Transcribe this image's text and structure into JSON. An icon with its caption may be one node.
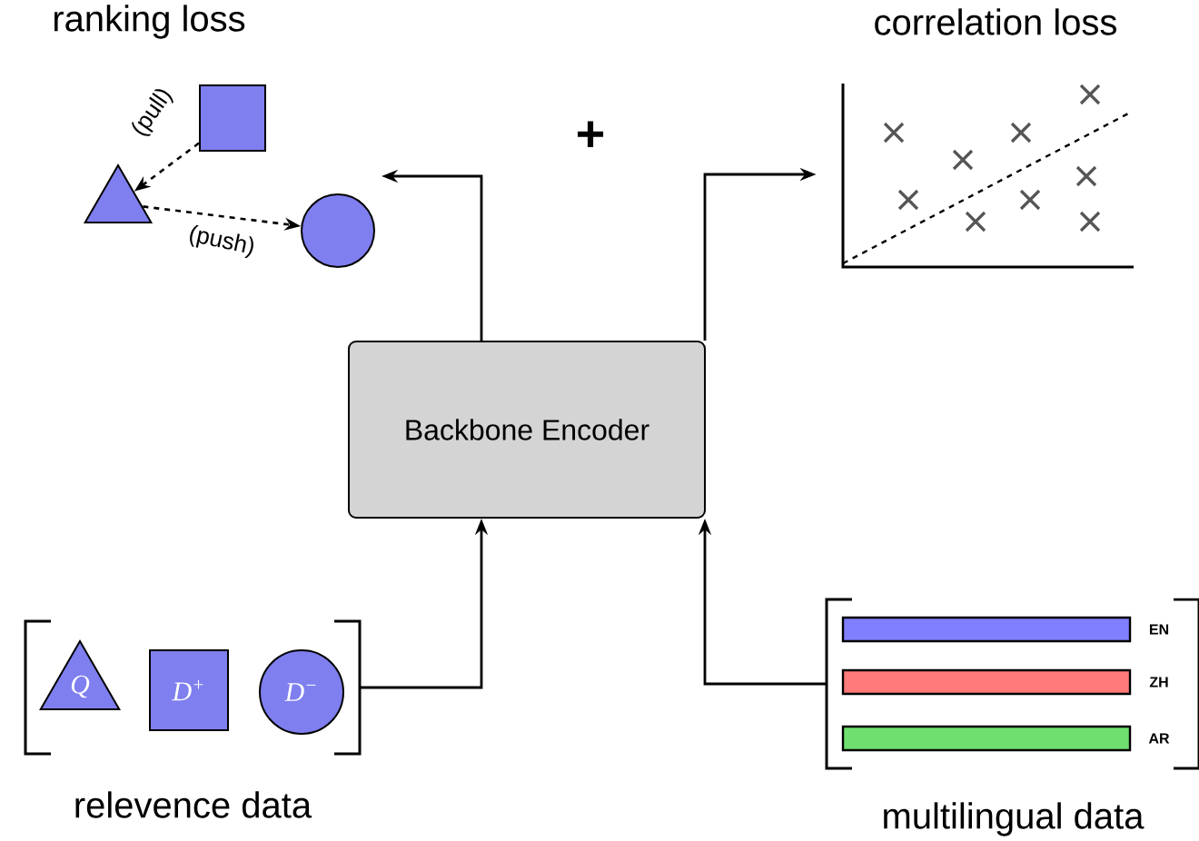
{
  "diagram": {
    "nodes": [
      {
        "text": [
          "Backbone Encoder"
        ]
      },
      {
        "text": [
          "relevence data"
        ]
      },
      {
        "text": [
          "Q"
        ],
        "in": 1
      },
      {
        "text": [
          "D$^{+}$"
        ],
        "in": 1
      },
      {
        "text": [
          "D$^{−}$"
        ],
        "in": 1
      },
      {
        "text": [
          "multilingual data"
        ]
      },
      {
        "text": [],
        "shape": "bar",
        "in": 5,
        "beside": [
          "EN"
        ]
      },
      {
        "text": [],
        "shape": "bar",
        "in": 5,
        "beside": [
          "ZH"
        ]
      },
      {
        "text": [],
        "shape": "bar",
        "in": 5,
        "beside": [
          "AR"
        ]
      },
      {
        "text": [
          "ranking loss"
        ]
      },
      {
        "text": [],
        "shape": "triangle"
      },
      {
        "text": [],
        "shape": "box"
      },
      {
        "text": [],
        "shape": "circle"
      },
      {
        "text": [
          "correlation loss"
        ]
      },
      {
        "text": [],
        "shape": "picture"
      }
    ],
    "edges": [
      {
        "from": 1,
        "to": 0,
        "arrow": "to"
      },
      {
        "from": 5,
        "to": 0,
        "arrow": "to"
      },
      {
        "from": 0,
        "to": null,
        "arrow": "to"
      },
      {
        "from": 0,
        "to": 14,
        "arrow": "to"
      },
      {
        "from": 11,
        "to": 10,
        "arrow": "to",
        "style": "dashed",
        "label": "(pull)"
      },
      {
        "from": 10,
        "to": 12,
        "arrow": "to",
        "style": "dashed",
        "label": "(push)"
      }
    ],
    "labels": [
      "+"
    ]
  }
}
